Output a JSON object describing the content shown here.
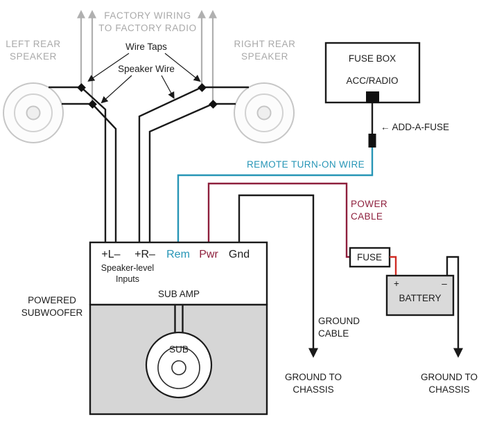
{
  "colors": {
    "remote_wire_teal": "#2695b6",
    "power_cable_maroon": "#8e1f3c",
    "battery_wire_red": "#cf2b24",
    "factory_gray": "#a9a9a9",
    "wire_black": "#1a1a1a"
  },
  "factory": {
    "line1": "FACTORY WIRING",
    "line2": "TO FACTORY RADIO"
  },
  "speakers": {
    "left": {
      "line1": "LEFT REAR",
      "line2": "SPEAKER"
    },
    "right": {
      "line1": "RIGHT REAR",
      "line2": "SPEAKER"
    }
  },
  "callouts": {
    "wire_taps": "Wire Taps",
    "speaker_wire": "Speaker Wire",
    "add_a_fuse": "← ADD-A-FUSE",
    "remote_turn_on": "REMOTE TURN-ON WIRE",
    "power_cable_line1": "POWER",
    "power_cable_line2": "CABLE",
    "ground_cable_line1": "GROUND",
    "ground_cable_line2": "CABLE",
    "ground_chassis_line1": "GROUND TO",
    "ground_chassis_line2": "CHASSIS"
  },
  "fuse_box": {
    "title": "FUSE BOX",
    "circuit": "ACC/RADIO"
  },
  "inline_fuse": {
    "label": "FUSE"
  },
  "battery": {
    "label": "BATTERY",
    "plus": "+",
    "minus": "–"
  },
  "amp": {
    "terminals": [
      {
        "label": "+L–",
        "color": "#1a1a1a"
      },
      {
        "label": "+R–",
        "color": "#1a1a1a"
      },
      {
        "label": "Rem",
        "color": "#2695b6"
      },
      {
        "label": "Pwr",
        "color": "#8e1f3c"
      },
      {
        "label": "Gnd",
        "color": "#1a1a1a"
      }
    ],
    "inputs_line1": "Speaker-level",
    "inputs_line2": "Inputs",
    "title": "SUB AMP",
    "sub_label": "SUB",
    "powered_line1": "POWERED",
    "powered_line2": "SUBWOOFER"
  }
}
